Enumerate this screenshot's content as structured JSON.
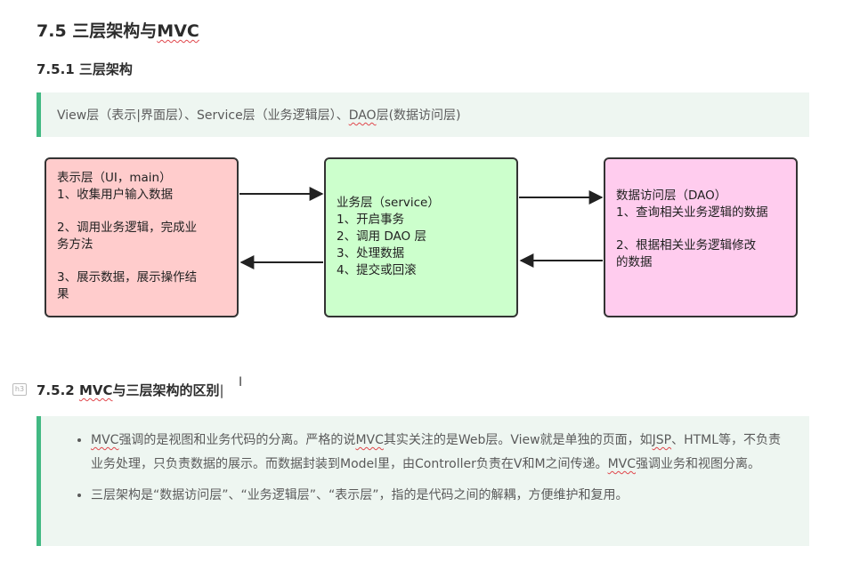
{
  "heading": {
    "prefix": "7.5 三层架构与",
    "suffix": "MVC"
  },
  "sub1": "7.5.1 三层架构",
  "note1": {
    "before_dao": "View层（表示|界面层）、Service层（业务逻辑层）、",
    "dao": "DAO",
    "after_dao": "层(数据访问层)"
  },
  "diagram": {
    "presentation": {
      "title": "表示层（UI，main）",
      "l1": "1、收集用户输入数据",
      "l2a": "2、调用业务逻辑，完成业",
      "l2b": "务方法",
      "l3a": "3、展示数据，展示操作结",
      "l3b": "果"
    },
    "business": {
      "title": "业务层（service）",
      "l1": "1、开启事务",
      "l2": "2、调用 DAO 层",
      "l3": "3、处理数据",
      "l4": "4、提交或回滚"
    },
    "dataaccess": {
      "title": "数据访问层（DAO）",
      "l1": "1、查询相关业务逻辑的数据",
      "l2a": "2、根据相关业务逻辑修改",
      "l2b": "的数据"
    }
  },
  "sub2": {
    "prefix": "7.5.2 ",
    "mvc": "MVC",
    "suffix": "与三层架构的区别"
  },
  "heading_icon": "h3",
  "text_cursor": "I",
  "note2": {
    "item1": {
      "mvc1": "MVC",
      "t1": "强调的是视图和业务代码的分离。严格的说",
      "mvc2": "MVC",
      "t2": "其实关注的是Web层。View就是单独的页面，如",
      "jsp": "JSP",
      "t3": "、HTML等，不负责业务处理，只负责数据的展示。而数据封装到Model里，由Controller负责在V和M之间传递。",
      "mvc3": "MVC",
      "t4": "强调业务和视图分离。"
    },
    "item2": "三层架构是“数据访问层”、“业务逻辑层”、“表示层”，指的是代码之间的解耦，方便维护和复用。"
  }
}
